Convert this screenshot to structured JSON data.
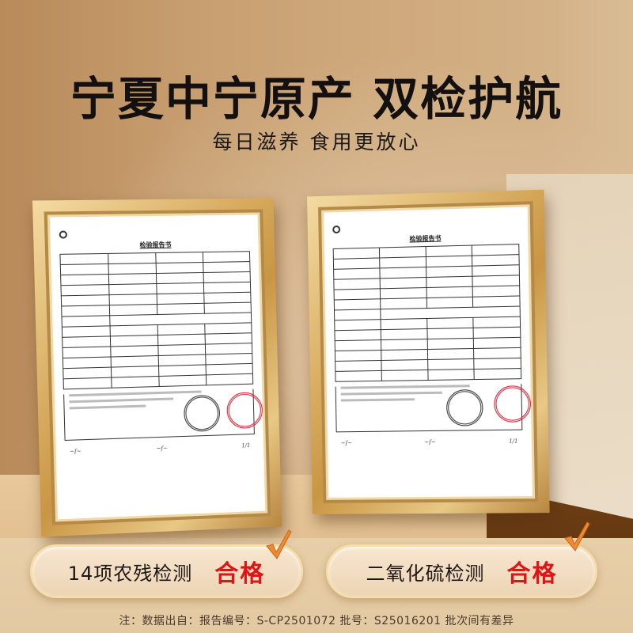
{
  "header": {
    "headline": "宁夏中宁原产 双检护航",
    "subhead": "每日滋养   食用更放心"
  },
  "certificates": [
    {
      "position": "left",
      "title": "检验报告书",
      "page": "1/1"
    },
    {
      "position": "right",
      "title": "检验报告书",
      "page": "1/1"
    }
  ],
  "badges": [
    {
      "label": "14项农残检测",
      "result": "合格",
      "icon": "check-mark-icon"
    },
    {
      "label": "二氧化硫检测",
      "result": "合格",
      "icon": "check-mark-icon"
    }
  ],
  "footnote": "注：数据出自：报告编号：S-CP2501072  批号：S25016201 批次间有差异",
  "colors": {
    "headline": "#141010",
    "result_red": "#e01416",
    "frame_gold": "#d9ae63",
    "check_orange": "#f08a30"
  }
}
